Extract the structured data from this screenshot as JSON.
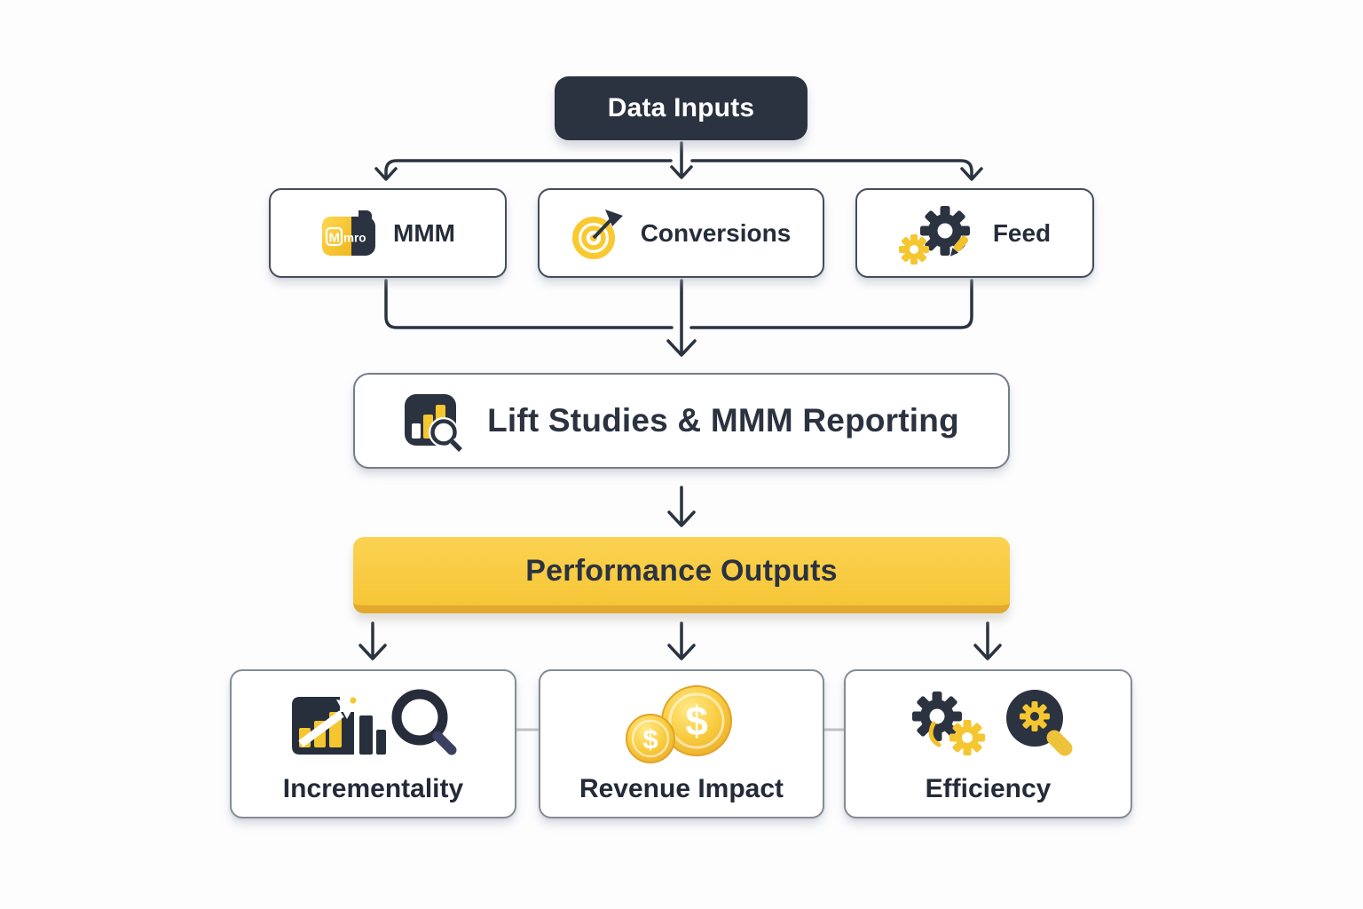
{
  "header": {
    "title": "Data Inputs"
  },
  "input_nodes": [
    {
      "label": "MMM",
      "icon": "mmm-logo-icon",
      "logo_text_primary": "M",
      "logo_text_secondary": "mro"
    },
    {
      "label": "Conversions",
      "icon": "target-dart-icon"
    },
    {
      "label": "Feed",
      "icon": "gears-pencil-icon"
    }
  ],
  "process_node": {
    "label": "Lift Studies & MMM Reporting",
    "icon": "bar-chart-magnifier-icon"
  },
  "outputs_header": {
    "title": "Performance Outputs"
  },
  "output_nodes": [
    {
      "label": "Incrementality",
      "icon": "growth-chart-magnifier-icon"
    },
    {
      "label": "Revenue Impact",
      "icon": "dollar-coins-icon",
      "coin_symbol_large": "$",
      "coin_symbol_small": "$"
    },
    {
      "label": "Efficiency",
      "icon": "gears-magnifier-icon"
    }
  ],
  "colors": {
    "dark_navy": "#2b3240",
    "accent_yellow": "#f8c93e",
    "yellow_edge": "#e2a92e",
    "connector_dark": "#2b3340",
    "connector_light": "#bdc1c8",
    "background": "#fdfdfe"
  }
}
